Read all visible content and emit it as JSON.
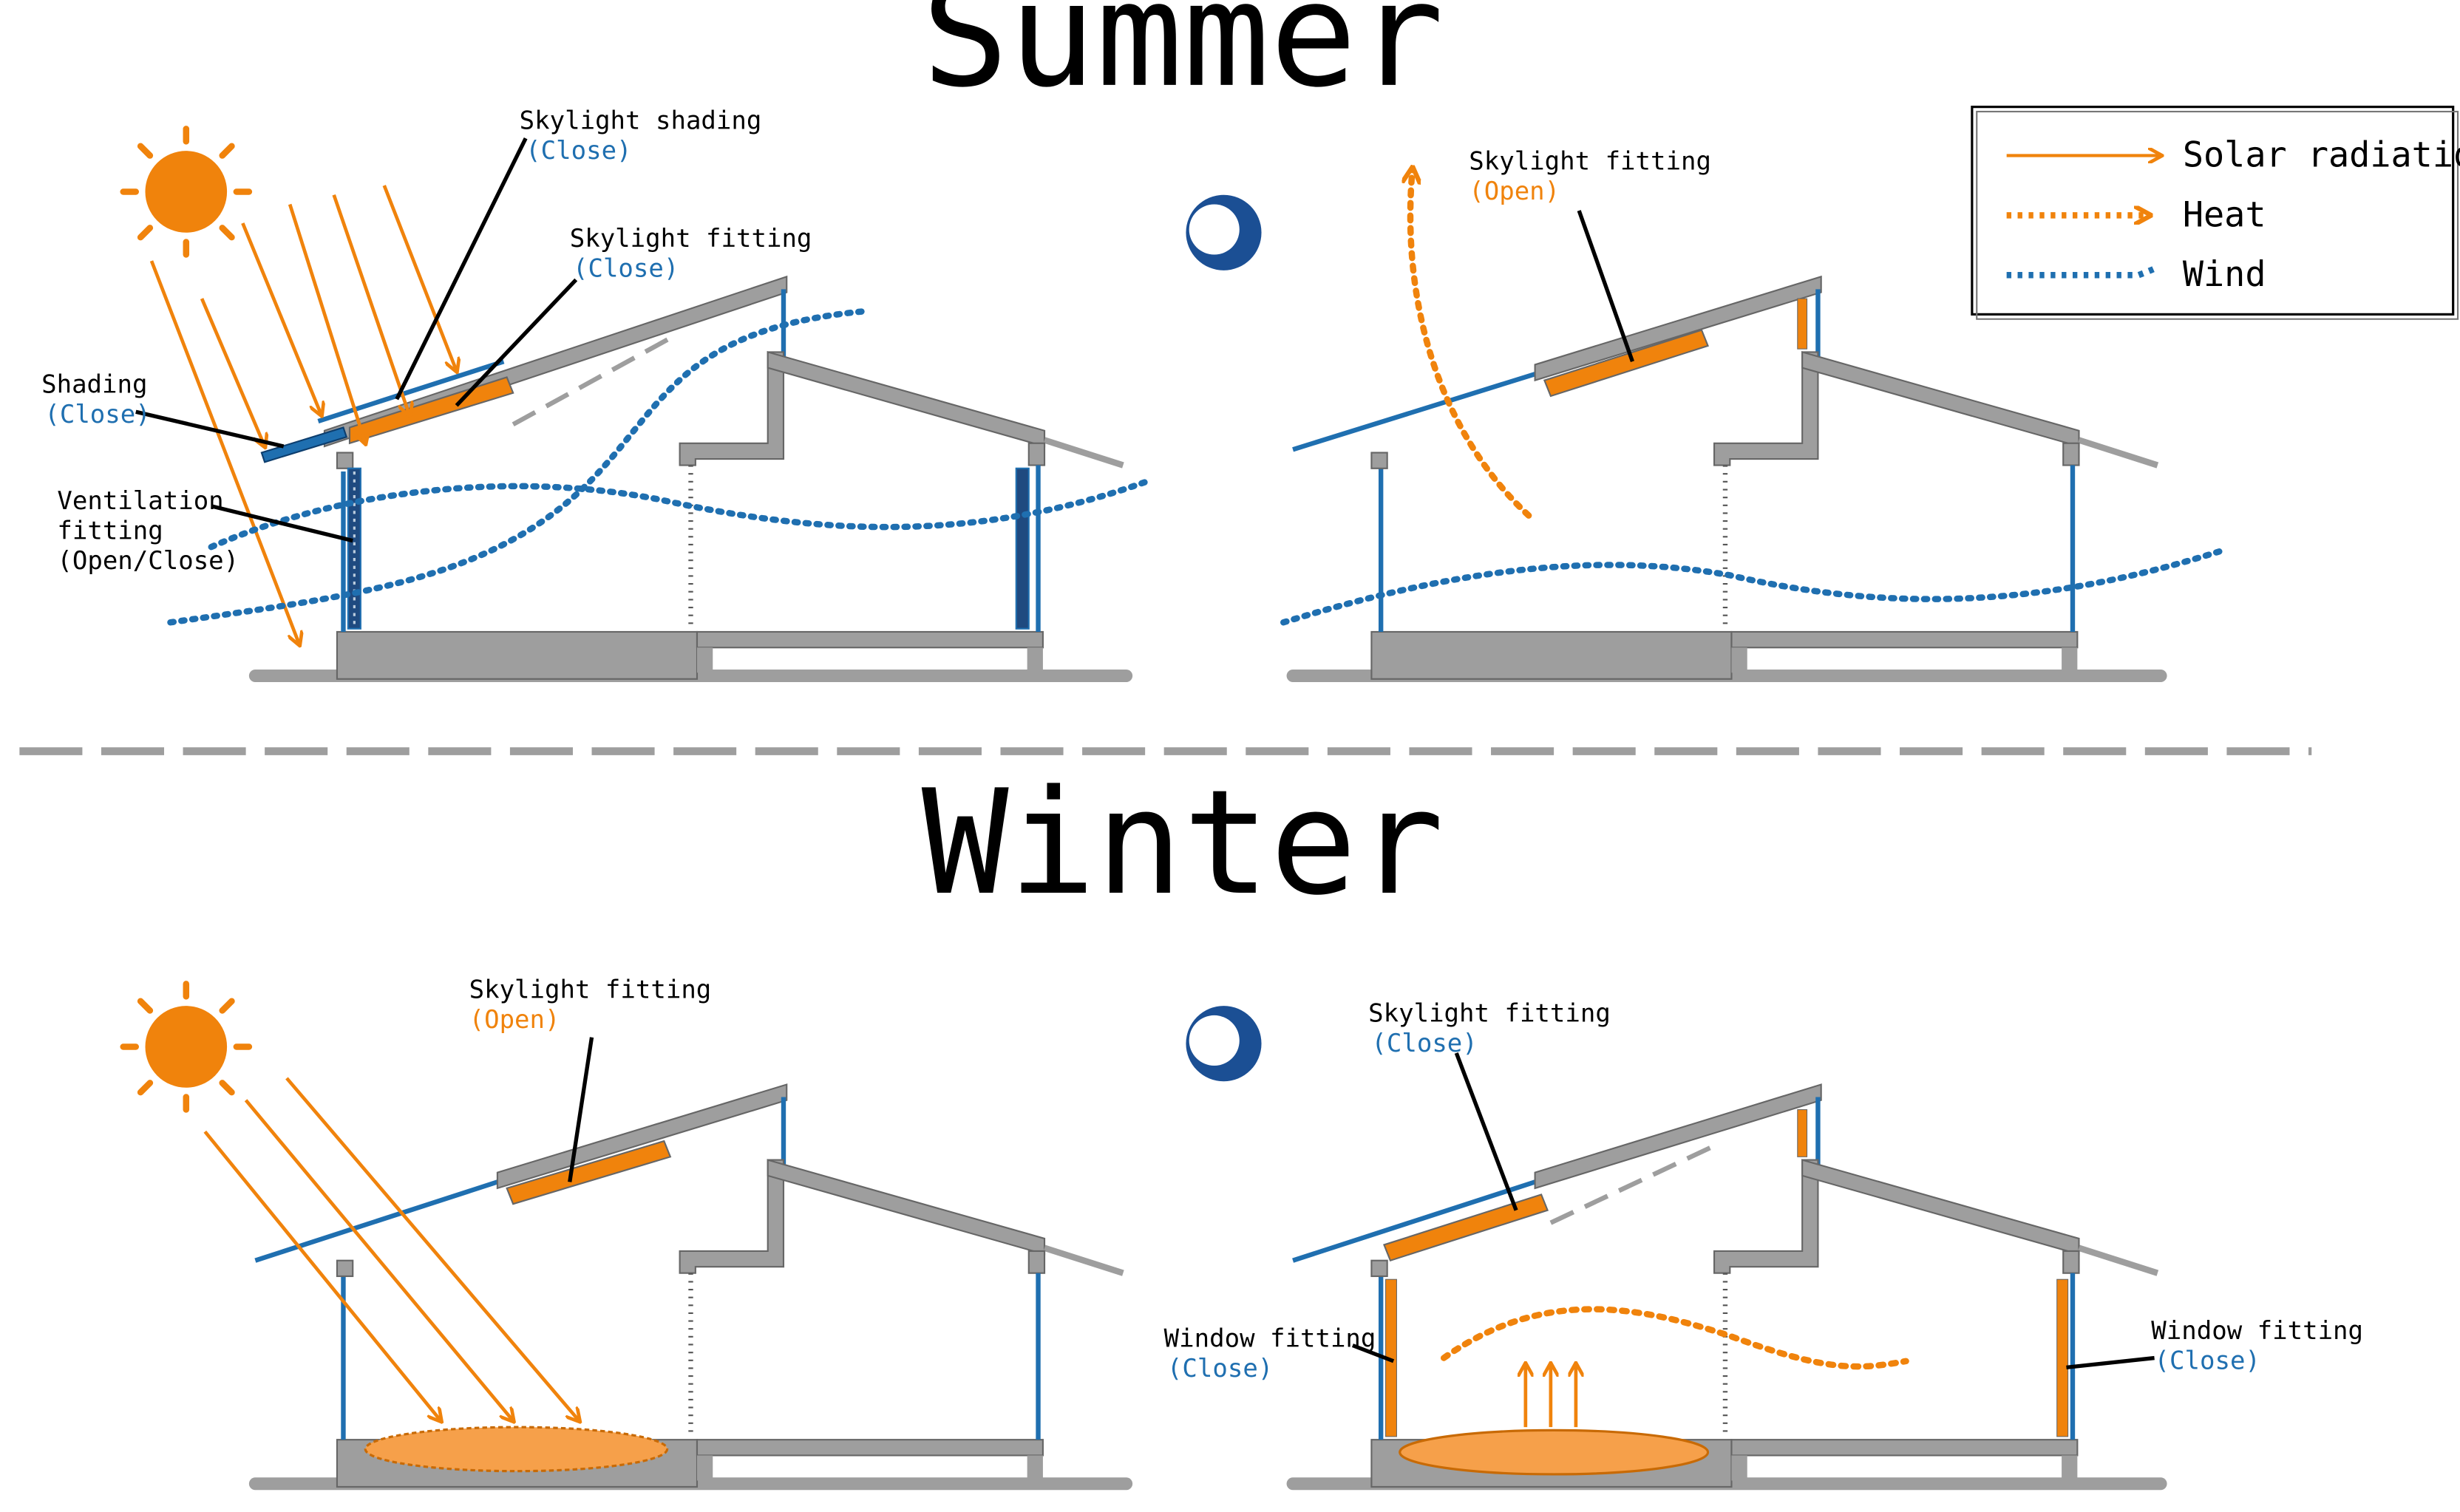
{
  "titles": {
    "summer": "Summer",
    "winter": "Winter"
  },
  "colors": {
    "solar": "#f0830c",
    "heat": "#f0830c",
    "wind": "#1f6fb0",
    "structure": "#9e9e9e",
    "frame_blue": "#1f6fb0",
    "moon": "#1b4f94"
  },
  "legend": {
    "solar_radiation": "Solar radiation",
    "heat": "Heat",
    "wind": "Wind"
  },
  "summer_day": {
    "skylight_shading": "Skylight shading",
    "skylight_shading_state": "(Close)",
    "skylight_fitting": "Skylight fitting",
    "skylight_fitting_state": "(Close)",
    "shading": "Shading",
    "shading_state": "(Close)",
    "ventilation_line1": "Ventilation",
    "ventilation_line2": "fitting",
    "ventilation_line3": "(Open/Close)"
  },
  "summer_night": {
    "skylight_fitting": "Skylight fitting",
    "skylight_fitting_state": "(Open)"
  },
  "winter_day": {
    "skylight_fitting": "Skylight fitting",
    "skylight_fitting_state": "(Open)"
  },
  "winter_night": {
    "skylight_fitting": "Skylight fitting",
    "skylight_fitting_state": "(Close)",
    "window_fitting_left": "Window fitting",
    "window_fitting_left_state": "(Close)",
    "window_fitting_right": "Window fitting",
    "window_fitting_right_state": "(Close)"
  },
  "icons": [
    "sun-icon",
    "moon-icon"
  ]
}
